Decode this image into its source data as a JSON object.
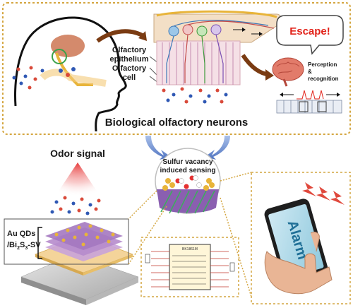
{
  "top_panel": {
    "title": "Biological olfactory neurons",
    "label_epithelium_1": "Olfactory",
    "label_epithelium_2": "epithelium",
    "label_cell_1": "Olfactory",
    "label_cell_2": "cell",
    "escape": "Escape!",
    "perception_1": "Perception",
    "perception_2": "&",
    "perception_3": "recognition"
  },
  "bottom_panel": {
    "odor_signal": "Odor signal",
    "sensing_1": "Sulfur vacancy",
    "sensing_2": "induced sensing",
    "material_1": "Au QDs",
    "material_2": "/Bi",
    "material_2_sub": "2",
    "material_2_mid": "S",
    "material_2_sub2": "3",
    "material_2_end": "-SV",
    "phone_text": "Alarm",
    "chip_label": "BK1861M"
  },
  "colors": {
    "border": "#d4a640",
    "arrow": "#7a3b12",
    "blue_arrow": "#5a7fc7",
    "escape_red": "#e2231a",
    "brain": "#e27b6a",
    "gold": "#e8b43a",
    "purple": "#8a5fb0"
  }
}
